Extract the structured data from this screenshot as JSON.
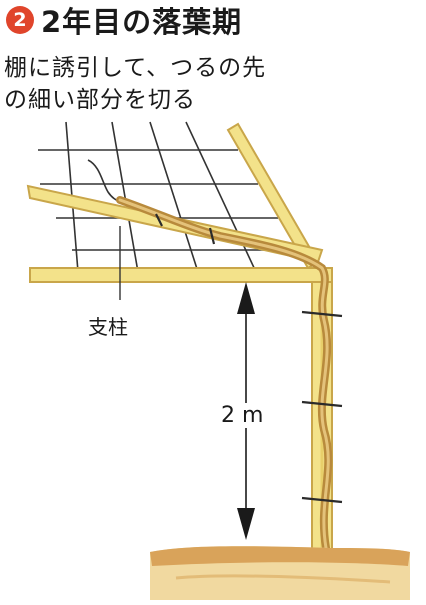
{
  "heading": {
    "step_number": "2",
    "title": "2年目の落葉期"
  },
  "caption": {
    "line1": "棚に誘引して、つるの先",
    "line2": "の細い部分を切る"
  },
  "labels": {
    "post": "支柱",
    "height": "2 m"
  },
  "colors": {
    "badge": "#e0452b",
    "wood_light": "#f3e28a",
    "wood_dark": "#c9a64a",
    "vine": "#b88a3c",
    "trellis_line": "#333333",
    "soil": "#d9a35a"
  }
}
